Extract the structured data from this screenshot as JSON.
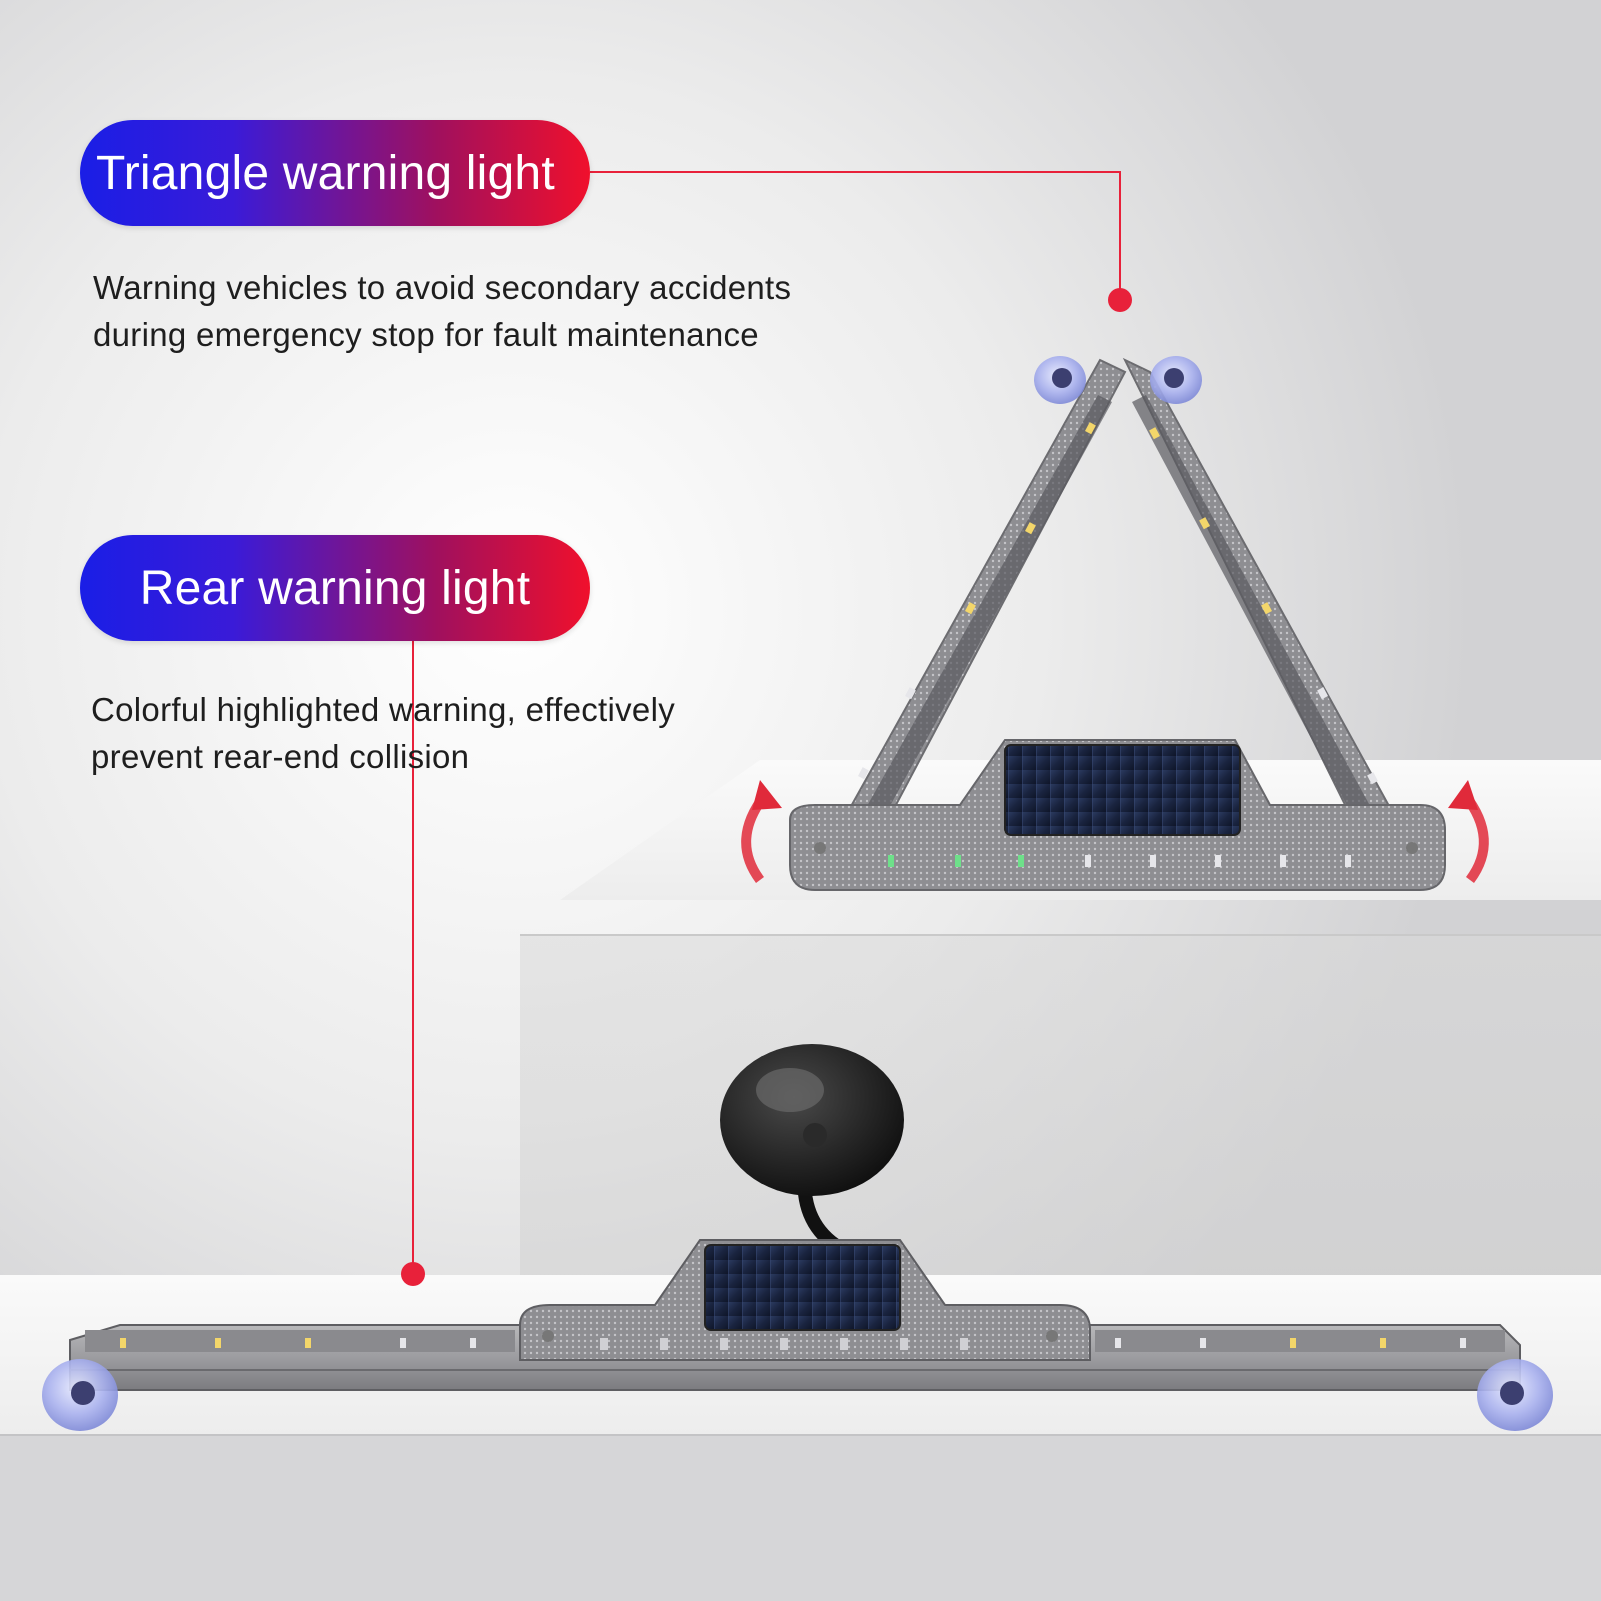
{
  "callouts": [
    {
      "title": "Triangle warning light",
      "lines": [
        "Warning vehicles to avoid secondary accidents",
        "during emergency stop for fault maintenance"
      ]
    },
    {
      "title": "Rear warning light",
      "lines": [
        "Colorful highlighted warning, effectively",
        "prevent rear-end collision"
      ]
    }
  ],
  "colors": {
    "pill_start": "#1a1ee6",
    "pill_end": "#f0102c",
    "leader_line": "#e8213a",
    "led_yellow": "#f3d66a",
    "led_green": "#6ee08a",
    "solar_panel": "#1d2a45",
    "suction_cup": "#b8bff0",
    "rotate_arrow": "#e02a3a"
  }
}
